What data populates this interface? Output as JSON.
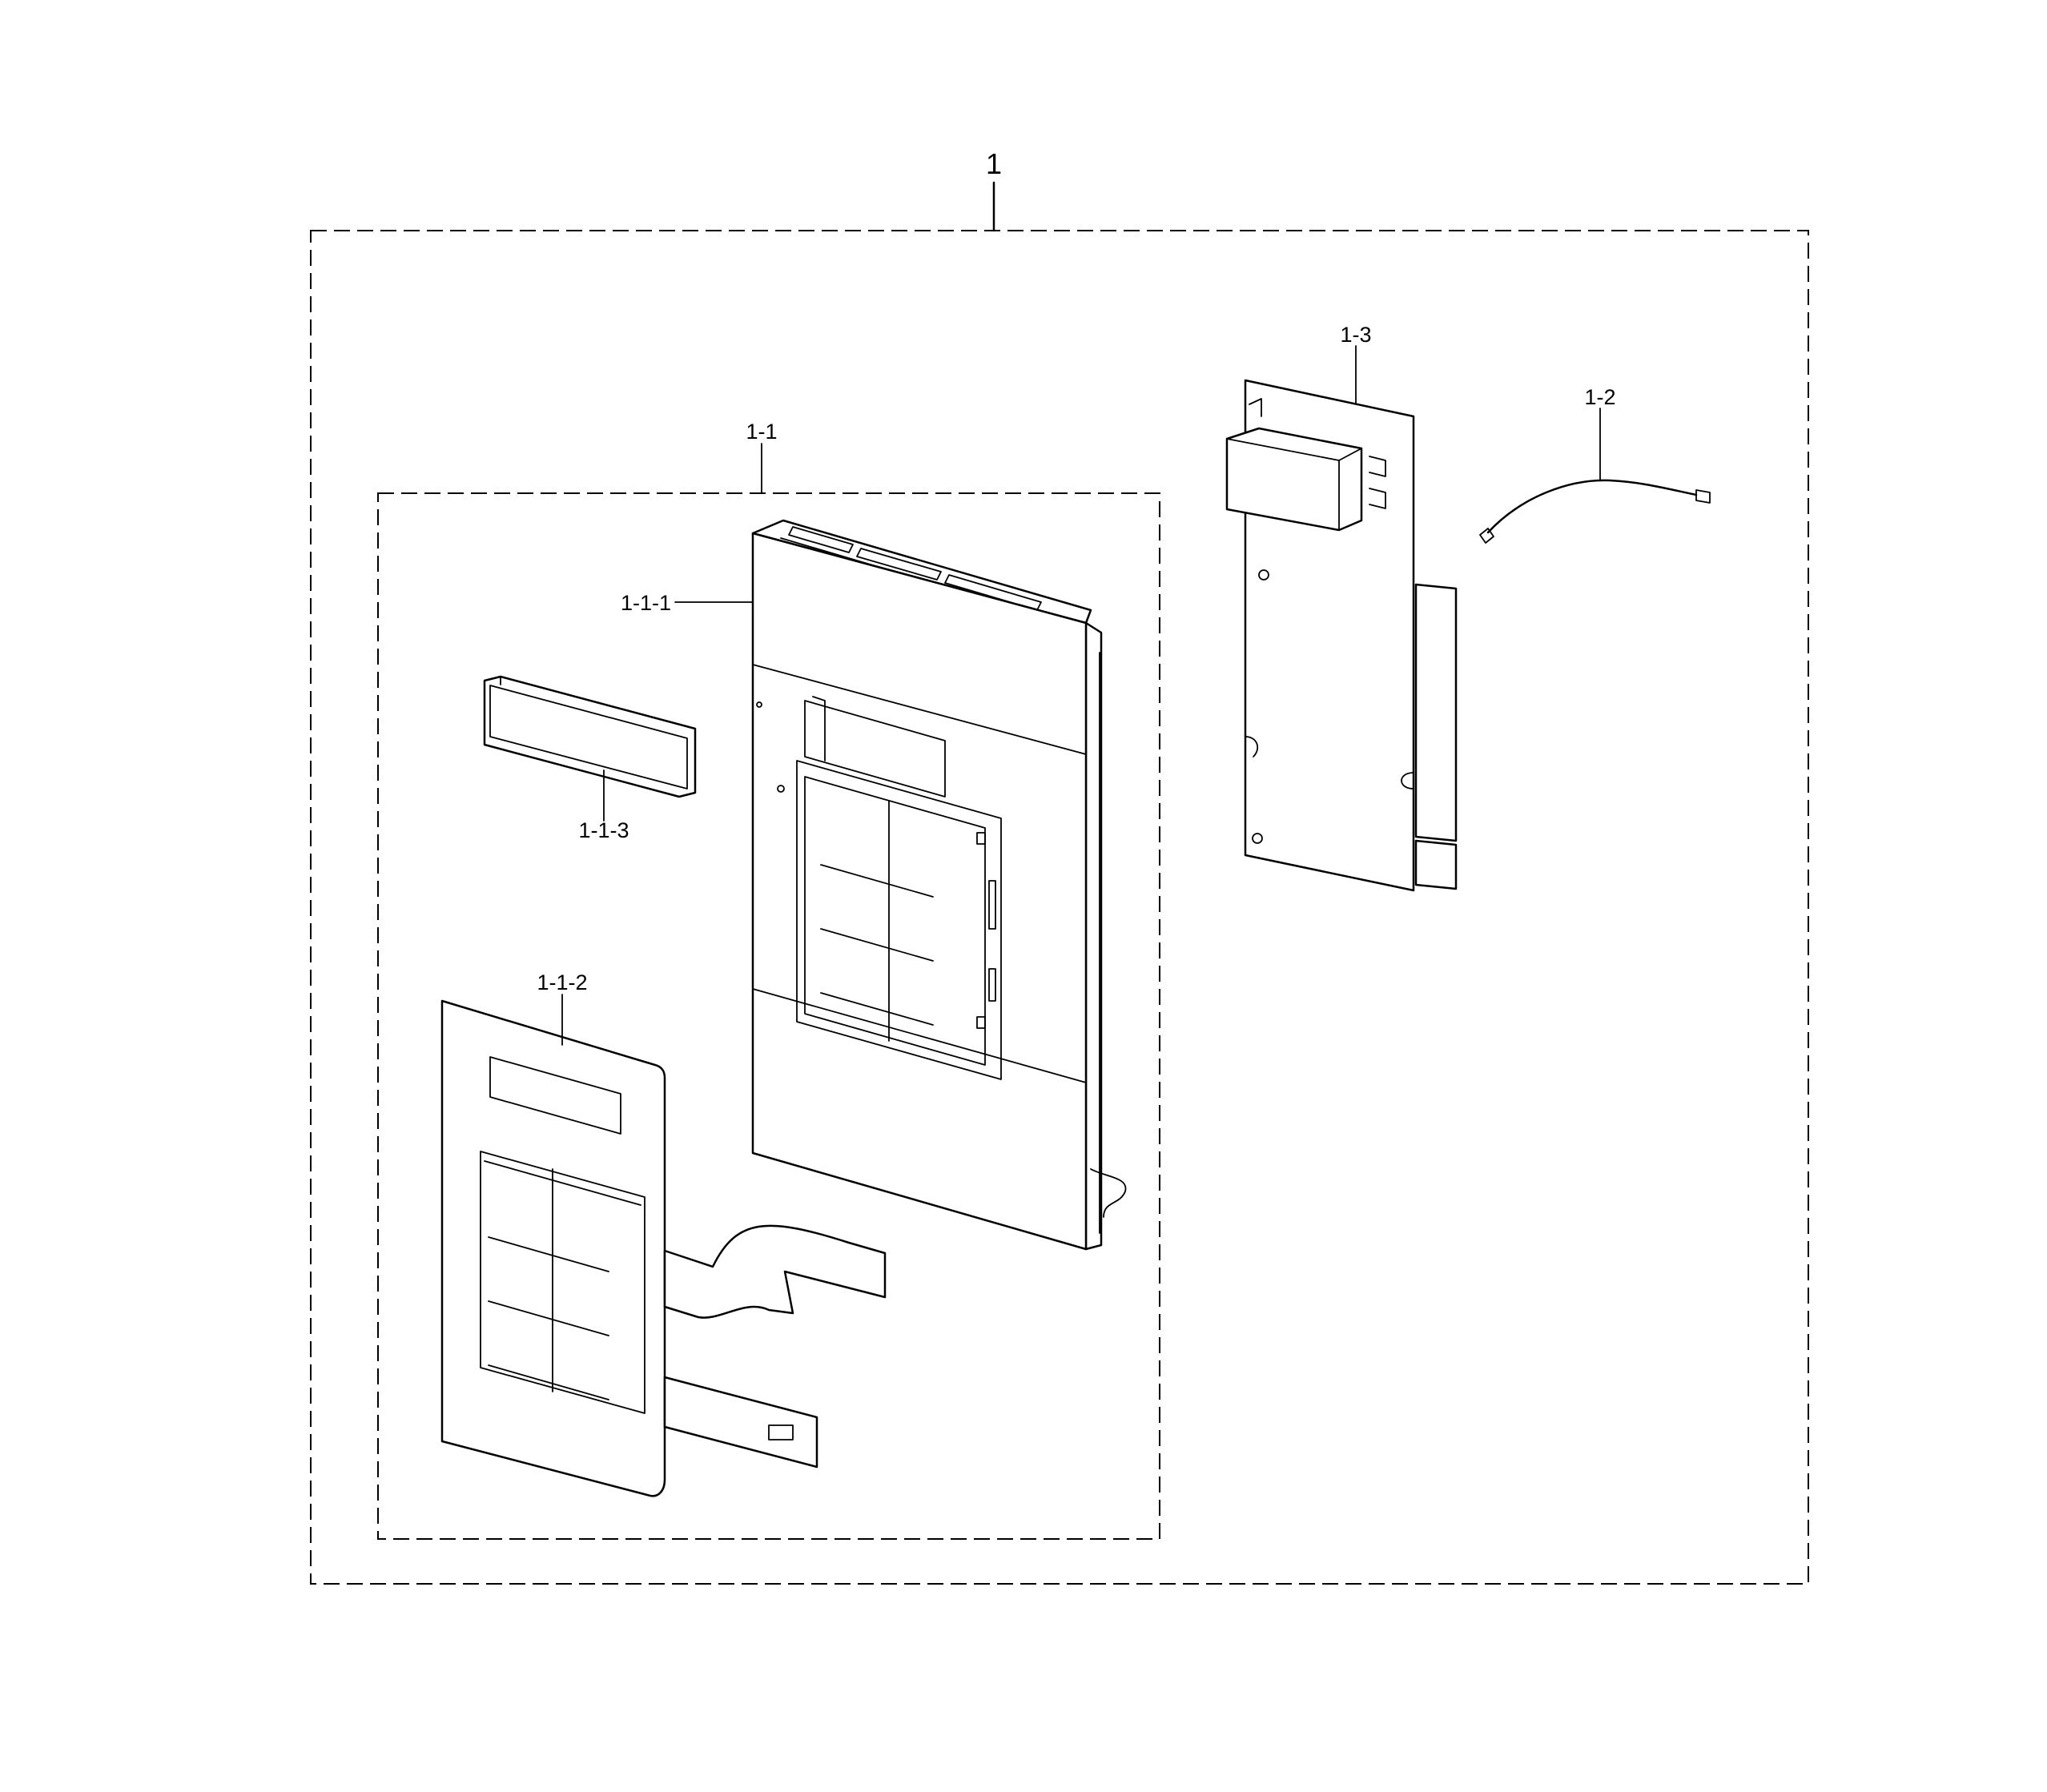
{
  "callouts": {
    "assembly": "1",
    "control_assy": "1-1",
    "panel_front": "1-1-1",
    "membrane": "1-1-2",
    "window": "1-1-3",
    "wire_harness": "1-2",
    "pcb": "1-3"
  }
}
